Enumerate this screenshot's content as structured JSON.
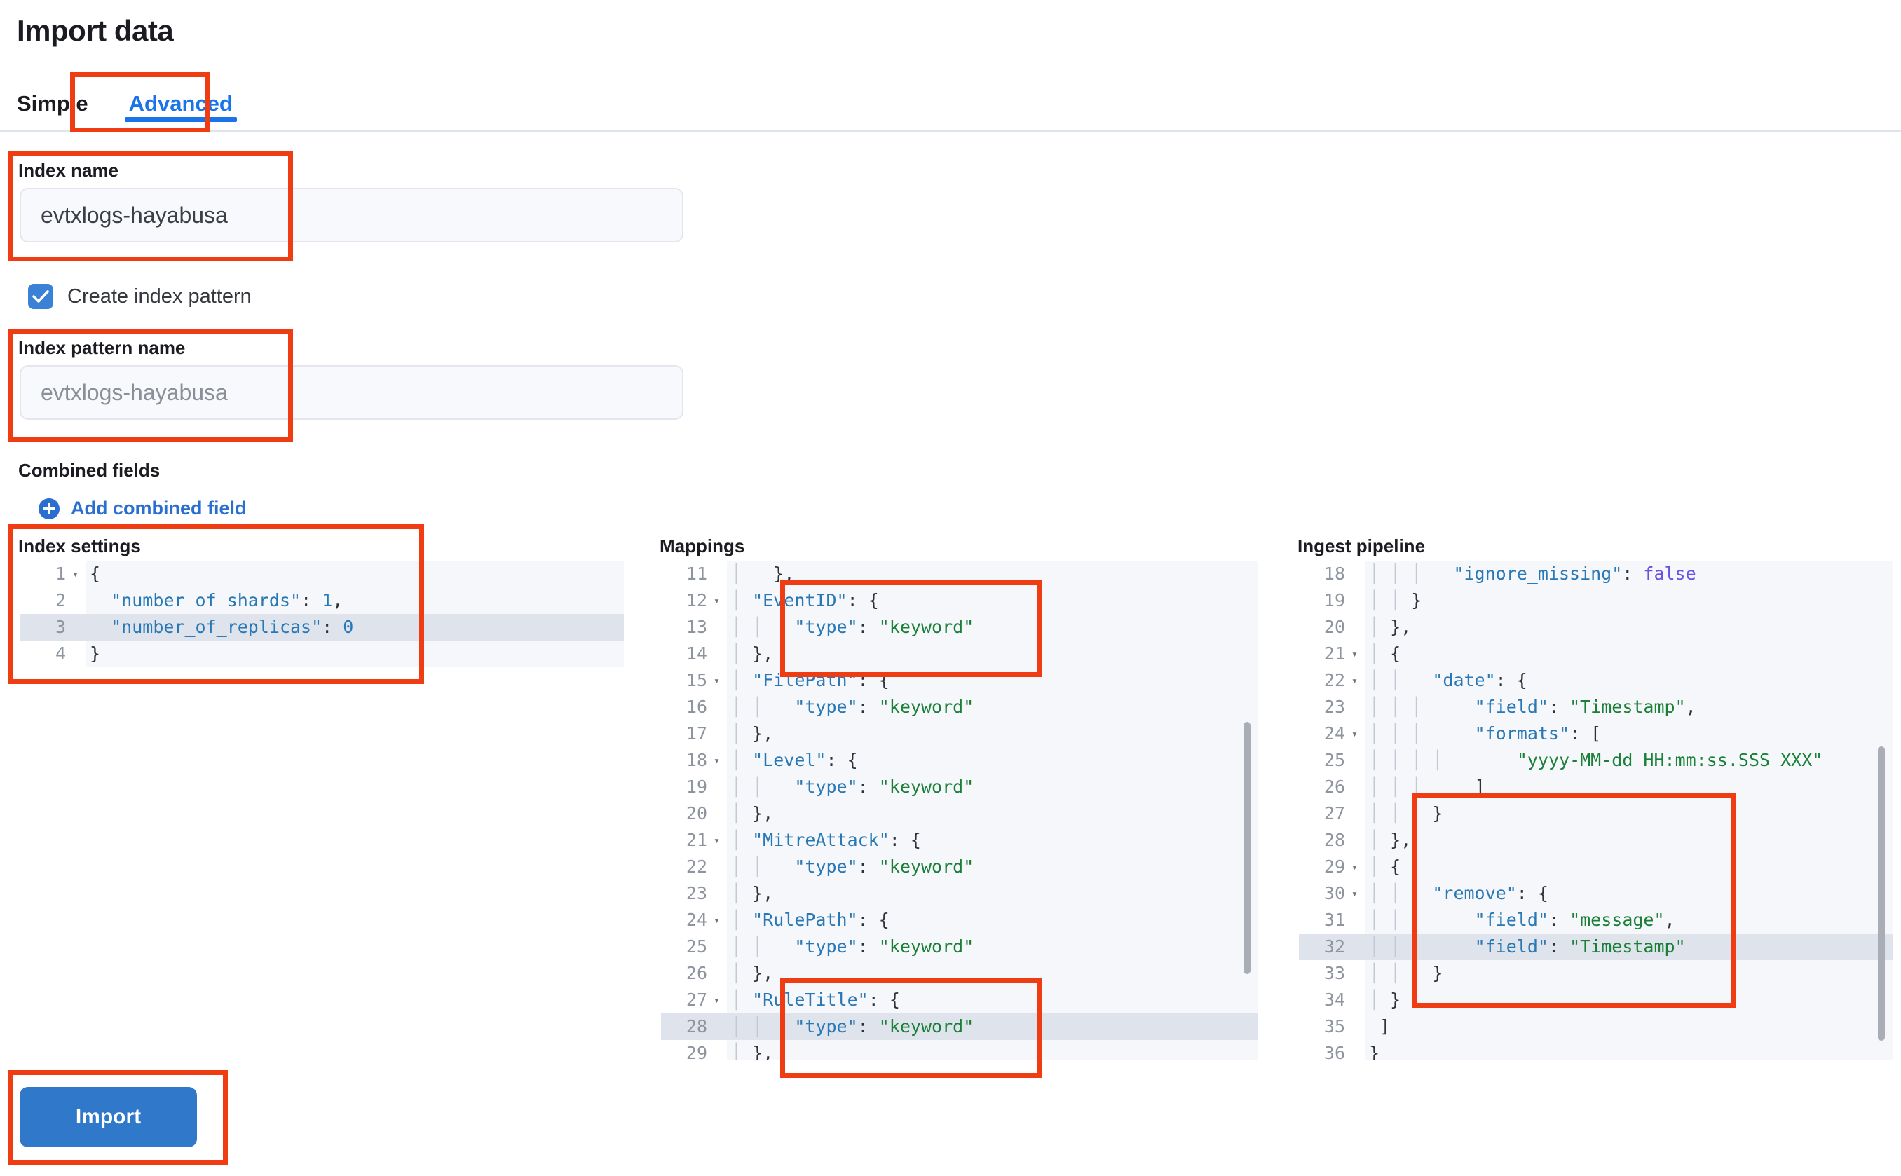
{
  "page": {
    "title": "Import data"
  },
  "tabs": [
    {
      "label": "Simple",
      "active": false
    },
    {
      "label": "Advanced",
      "active": true
    }
  ],
  "form": {
    "index_name": {
      "label": "Index name",
      "value": "evtxlogs-hayabusa",
      "placeholder": ""
    },
    "create_index_pattern": {
      "label": "Create index pattern",
      "checked": true
    },
    "index_pattern_name": {
      "label": "Index pattern name",
      "value": "",
      "placeholder": "evtxlogs-hayabusa"
    },
    "combined_fields": {
      "label": "Combined fields",
      "add_link": "Add combined field"
    }
  },
  "editors": {
    "index_settings": {
      "title": "Index settings",
      "highlighted_line": 3,
      "lines": [
        {
          "num": "1",
          "fold": true,
          "indent": "",
          "code": "{"
        },
        {
          "num": "2",
          "fold": false,
          "indent": "",
          "code": "  \"number_of_shards\": 1,"
        },
        {
          "num": "3",
          "fold": false,
          "indent": "",
          "code": "  \"number_of_replicas\": 0"
        },
        {
          "num": "4",
          "fold": false,
          "indent": "",
          "code": "}"
        }
      ]
    },
    "mappings": {
      "title": "Mappings",
      "highlighted_line": 28,
      "lines": [
        {
          "num": "11",
          "fold": false,
          "indent": "1",
          "code": "  },"
        },
        {
          "num": "12",
          "fold": true,
          "indent": "1",
          "code": "\"EventID\": {"
        },
        {
          "num": "13",
          "fold": false,
          "indent": "2",
          "code": "  \"type\": \"keyword\""
        },
        {
          "num": "14",
          "fold": false,
          "indent": "1",
          "code": "},"
        },
        {
          "num": "15",
          "fold": true,
          "indent": "1",
          "code": "\"FilePath\": {"
        },
        {
          "num": "16",
          "fold": false,
          "indent": "2",
          "code": "  \"type\": \"keyword\""
        },
        {
          "num": "17",
          "fold": false,
          "indent": "1",
          "code": "},"
        },
        {
          "num": "18",
          "fold": true,
          "indent": "1",
          "code": "\"Level\": {"
        },
        {
          "num": "19",
          "fold": false,
          "indent": "2",
          "code": "  \"type\": \"keyword\""
        },
        {
          "num": "20",
          "fold": false,
          "indent": "1",
          "code": "},"
        },
        {
          "num": "21",
          "fold": true,
          "indent": "1",
          "code": "\"MitreAttack\": {"
        },
        {
          "num": "22",
          "fold": false,
          "indent": "2",
          "code": "  \"type\": \"keyword\""
        },
        {
          "num": "23",
          "fold": false,
          "indent": "1",
          "code": "},"
        },
        {
          "num": "24",
          "fold": true,
          "indent": "1",
          "code": "\"RulePath\": {"
        },
        {
          "num": "25",
          "fold": false,
          "indent": "2",
          "code": "  \"type\": \"keyword\""
        },
        {
          "num": "26",
          "fold": false,
          "indent": "1",
          "code": "},"
        },
        {
          "num": "27",
          "fold": true,
          "indent": "1",
          "code": "\"RuleTitle\": {"
        },
        {
          "num": "28",
          "fold": false,
          "indent": "2",
          "code": "  \"type\": \"keyword\""
        },
        {
          "num": "29",
          "fold": false,
          "indent": "1",
          "code": "},"
        }
      ]
    },
    "ingest_pipeline": {
      "title": "Ingest pipeline",
      "highlighted_line": 32,
      "lines": [
        {
          "num": "18",
          "fold": false,
          "indent": "3",
          "code": "  \"ignore_missing\": false"
        },
        {
          "num": "19",
          "fold": false,
          "indent": "2",
          "code": "}"
        },
        {
          "num": "20",
          "fold": false,
          "indent": "1",
          "code": "},"
        },
        {
          "num": "21",
          "fold": true,
          "indent": "1",
          "code": "{"
        },
        {
          "num": "22",
          "fold": true,
          "indent": "2",
          "code": "  \"date\": {"
        },
        {
          "num": "23",
          "fold": false,
          "indent": "3",
          "code": "    \"field\": \"Timestamp\","
        },
        {
          "num": "24",
          "fold": true,
          "indent": "3",
          "code": "    \"formats\": ["
        },
        {
          "num": "25",
          "fold": false,
          "indent": "4",
          "code": "      \"yyyy-MM-dd HH:mm:ss.SSS XXX\""
        },
        {
          "num": "26",
          "fold": false,
          "indent": "3",
          "code": "    ]"
        },
        {
          "num": "27",
          "fold": false,
          "indent": "2",
          "code": "  }"
        },
        {
          "num": "28",
          "fold": false,
          "indent": "1",
          "code": "},"
        },
        {
          "num": "29",
          "fold": true,
          "indent": "1",
          "code": "{"
        },
        {
          "num": "30",
          "fold": true,
          "indent": "2",
          "code": "  \"remove\": {"
        },
        {
          "num": "31",
          "fold": false,
          "indent": "3",
          "code": "    \"field\": \"message\","
        },
        {
          "num": "32",
          "fold": false,
          "indent": "3",
          "code": "    \"field\": \"Timestamp\""
        },
        {
          "num": "33",
          "fold": false,
          "indent": "2",
          "code": "  }"
        },
        {
          "num": "34",
          "fold": false,
          "indent": "1",
          "code": "}"
        },
        {
          "num": "35",
          "fold": false,
          "indent": "0",
          "code": " ]"
        },
        {
          "num": "36",
          "fold": false,
          "indent": "0",
          "code": "}"
        }
      ]
    }
  },
  "actions": {
    "import_label": "Import"
  },
  "colors": {
    "accent": "#1a73e8",
    "button": "#3079ca",
    "annotation": "#f03c12",
    "checkbox": "#3b82d6",
    "code_key": "#2878b5",
    "code_string": "#1a7f37",
    "code_bool": "#6b4ee6"
  }
}
